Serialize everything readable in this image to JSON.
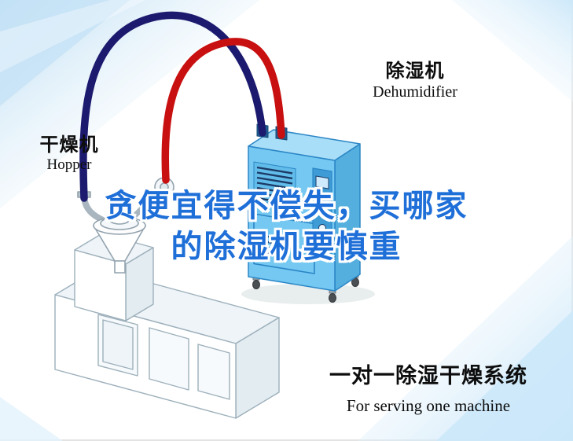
{
  "machine_labels": {
    "dryer": {
      "cn": "干燥机",
      "en": "Hopper"
    },
    "dehumidifier": {
      "cn": "除湿机",
      "en": "Dehumidifier"
    }
  },
  "headline": {
    "line1": "贪便宜得不偿失，买哪家",
    "line2": "的除湿机要慎重",
    "color": "#1f6fd8"
  },
  "caption": {
    "cn": "一对一除湿干燥系统",
    "en": "For serving one machine"
  },
  "illustration": {
    "pipes": {
      "navy": {
        "name": "return-air-hose",
        "color": "#1c1a6e"
      },
      "red": {
        "name": "dry-air-hose",
        "color": "#c81010"
      }
    },
    "dehumidifier": {
      "body_color": "#74c8f1"
    },
    "accent_light_blue": "#bcdcf2"
  }
}
